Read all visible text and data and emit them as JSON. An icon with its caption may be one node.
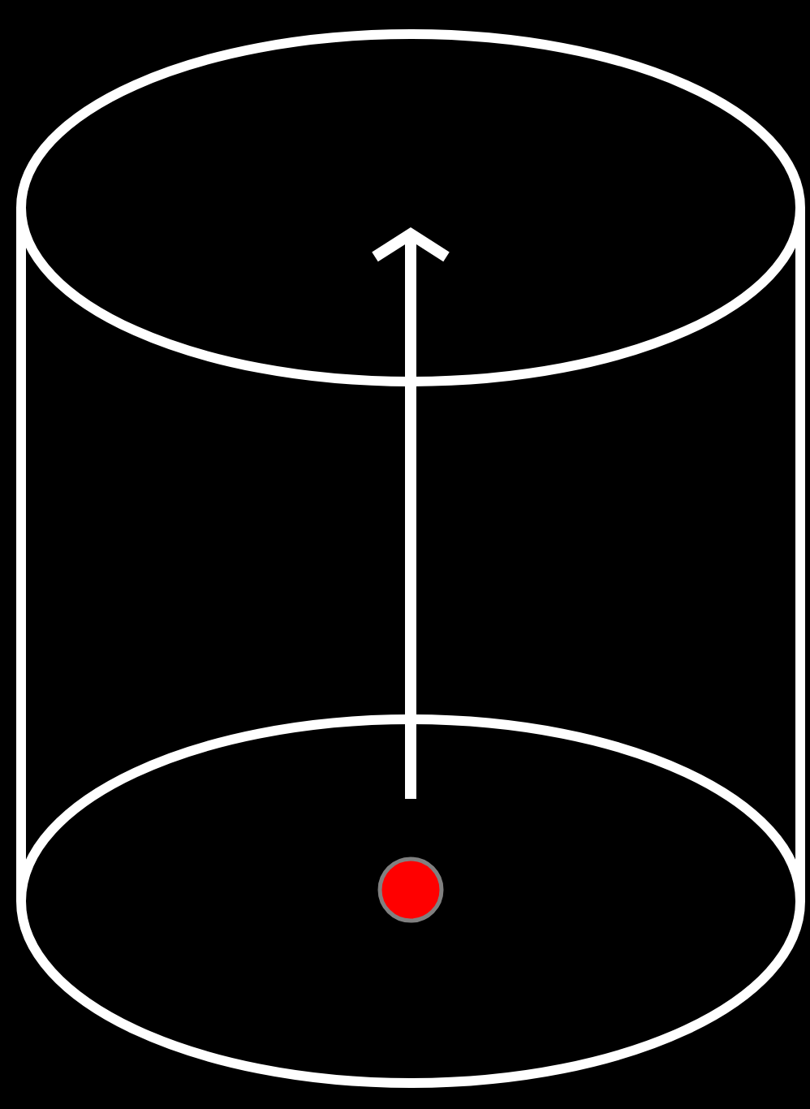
{
  "diagram": {
    "nodes": [
      {
        "text": [],
        "shape": "cylinder"
      },
      {
        "text": [],
        "shape": "circle",
        "in": 0
      }
    ]
  }
}
